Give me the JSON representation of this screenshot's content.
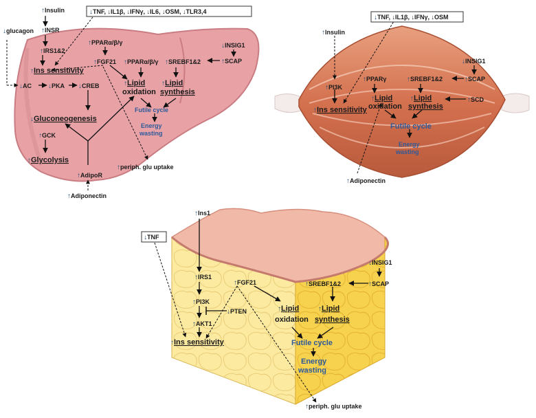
{
  "arrows": {
    "up": "↑",
    "down": "↓"
  },
  "liver": {
    "insulin": "Insulin",
    "cytokines": "TNF, ↓IL1β, ↓IFNγ, ↓IL6, ↓OSM, ↓TLR3,4",
    "glucagon": "glucagon",
    "insr": "INSR",
    "irs": "IRS1&2",
    "ins_sens": "Ins sensitivity",
    "ac": "AC",
    "pka": "PKA",
    "creb": "CREB",
    "ppar_top": "PPARα/β/γ",
    "fgf21": "FGF21",
    "ppar2": "PPARα/β/γ",
    "srebf": "SREBF1&2",
    "insig": "INSIG1",
    "scap": "SCAP",
    "lipid_ox_1": "Lipid",
    "lipid_ox_2": "oxidation",
    "lipid_syn_1": "Lipid",
    "lipid_syn_2": "synthesis",
    "futile": "Futile cycle",
    "energy_1": "Energy",
    "energy_2": "wasting",
    "gluconeo": "Gluconeogenesis",
    "gck": "GCK",
    "glycolysis": "Glycolysis",
    "periph": "periph. glu uptake",
    "adipor": "AdipoR",
    "adiponectin": "Adiponectin"
  },
  "muscle": {
    "cytokines": "TNF, ↓IL1β, ↓IFNγ, ↓OSM",
    "insulin": "Insulin",
    "insig": "INSIG1",
    "scap": "SCAP",
    "ppar": "PPARγ",
    "srebf": "SREBF1&2",
    "pi3k": "PI3K",
    "lipid_ox_1": "Lipid",
    "lipid_ox_2": "oxidation",
    "lipid_syn_1": "Lipid",
    "lipid_syn_2": "synthesis",
    "scd": "SCD",
    "ins_sens": "Ins sensitivity",
    "futile": "Futile cycle",
    "energy_1": "Energy",
    "energy_2": "wasting",
    "adiponectin": "Adiponectin"
  },
  "adipose": {
    "ins1": "Ins1",
    "tnf": "TNF",
    "irs1": "IRS1",
    "fgf21": "FGF21",
    "pi3k": "PI3K",
    "pten": "PTEN",
    "akt1": "AKT1",
    "ins_sens": "Ins sensitivity",
    "insig": "INSIG1",
    "srebf": "SREBF1&2",
    "scap": "SCAP",
    "lipid_ox_1": "Lipid",
    "lipid_ox_2": "oxidation",
    "lipid_syn_1": "Lipid",
    "lipid_syn_2": "synthesis",
    "futile": "Futile cycle",
    "energy_1": "Energy",
    "energy_2": "wasting",
    "periph": "periph. glu uptake"
  },
  "colors": {
    "liver_fill": "#e8a2a6",
    "liver_stroke": "#c97c82",
    "muscle_fill": "#d9805f",
    "adipose_top": "#f0b9a8",
    "adipose_left": "#fbeaa0",
    "adipose_right": "#f6d24f",
    "text_blue": "#2e5a9a"
  }
}
